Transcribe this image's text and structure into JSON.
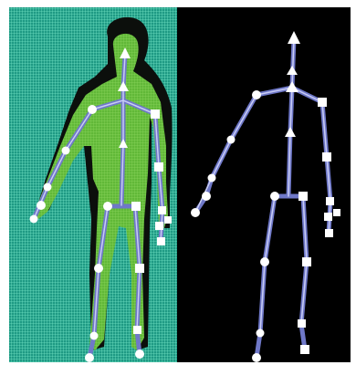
{
  "colors": {
    "background": "#ffffff",
    "depth_mesh": "#1f9a84",
    "mesh_line": "#6fe0c2",
    "body_silhouette": "#66c23a",
    "shadow": "#0b0d0b",
    "right_panel_bg": "#000000",
    "bone": "#6f78c8",
    "bone_highlight": "#b9bff0",
    "joint": "#ffffff"
  },
  "panels": [
    {
      "name": "depth-panel",
      "kind": "depth-map-with-skeleton"
    },
    {
      "name": "skeleton-panel",
      "kind": "skeleton-only"
    }
  ],
  "icons": [
    "joint-circle",
    "joint-square",
    "joint-triangle"
  ]
}
